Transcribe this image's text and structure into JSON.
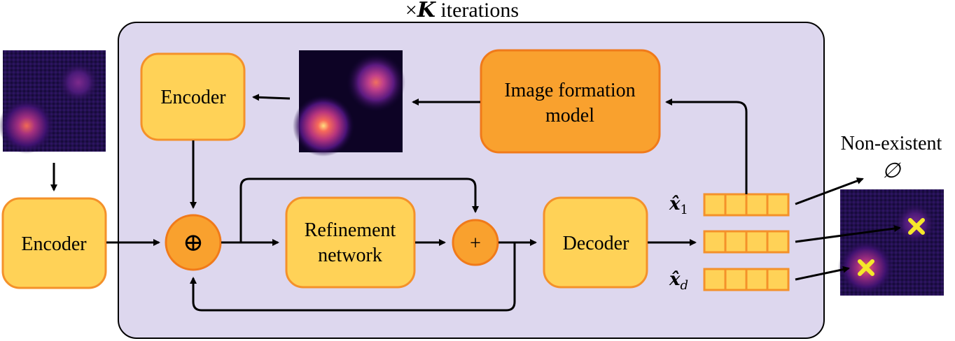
{
  "title": {
    "times": "×",
    "K": "K",
    "suffix": " iterations"
  },
  "blocks": {
    "encoder_outer": "Encoder",
    "encoder_inner": "Encoder",
    "image_formation_line1": "Image formation",
    "image_formation_line2": "model",
    "refinement_line1": "Refinement",
    "refinement_line2": "network",
    "decoder": "Decoder"
  },
  "operators": {
    "oplus": "⊕",
    "plus": "+"
  },
  "outputs": {
    "x1_hat": "x̂",
    "x1_sub": "1",
    "xd_hat": "x̂",
    "xd_sub": "d",
    "non_existent": "Non-existent",
    "empty_set": "∅"
  },
  "colors": {
    "loop_bg": "#ddd7ee",
    "block_fill": "#ffd257",
    "block_stroke": "#f4912a",
    "model_fill": "#f9a12e",
    "op_fill": "#f9a12e",
    "cross": "#f5e82a"
  },
  "icons": {
    "marker": "cross-icon",
    "arrow": "arrow-icon"
  }
}
